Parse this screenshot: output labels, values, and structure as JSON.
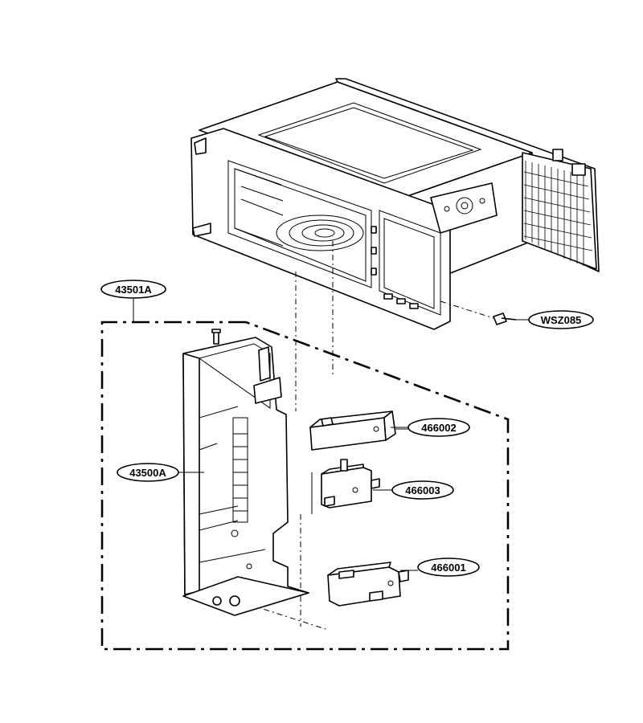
{
  "labels": {
    "assembly": "43501A",
    "frame": "43500A",
    "switch_top": "466002",
    "switch_mid": "466003",
    "switch_bottom": "466001",
    "screw": "WSZ085"
  }
}
